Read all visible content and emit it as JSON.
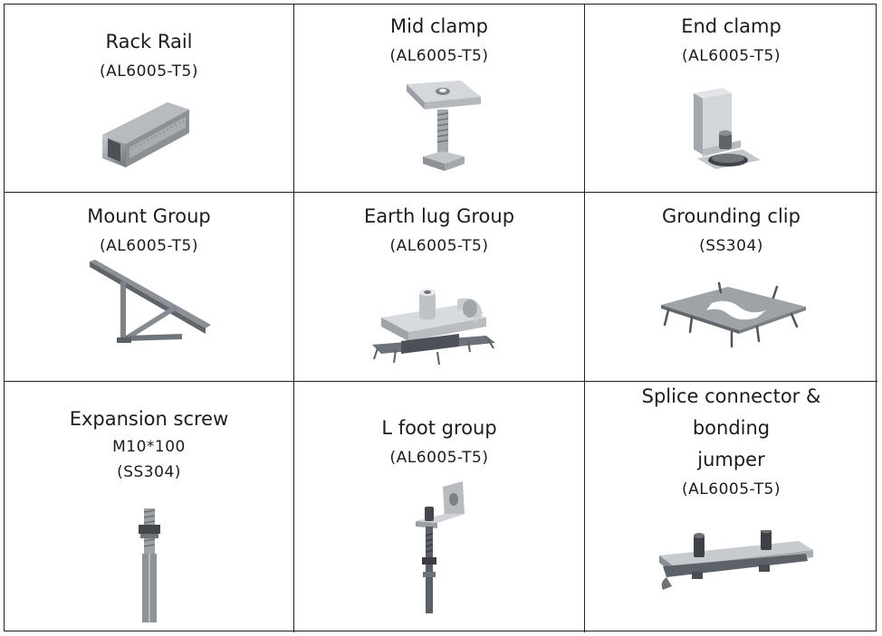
{
  "products": [
    {
      "name": "Rack Rail",
      "lines": [
        "(AL6005-T5)"
      ],
      "icon": "rack-rail-icon"
    },
    {
      "name": "Mid clamp",
      "lines": [
        "(AL6005-T5)"
      ],
      "icon": "mid-clamp-icon"
    },
    {
      "name": "End clamp",
      "lines": [
        "(AL6005-T5)"
      ],
      "icon": "end-clamp-icon"
    },
    {
      "name": "Mount Group",
      "lines": [
        "(AL6005-T5)"
      ],
      "icon": "mount-group-icon"
    },
    {
      "name": "Earth lug Group",
      "lines": [
        "(AL6005-T5)"
      ],
      "icon": "earth-lug-icon"
    },
    {
      "name": "Grounding clip",
      "lines": [
        "(SS304)"
      ],
      "icon": "grounding-clip-icon"
    },
    {
      "name": "Expansion screw",
      "lines": [
        "M10*100",
        "(SS304)"
      ],
      "icon": "expansion-screw-icon"
    },
    {
      "name": "L foot group",
      "lines": [
        "(AL6005-T5)"
      ],
      "icon": "l-foot-icon"
    },
    {
      "name": "Splice connector &",
      "lines": [
        "bonding",
        "jumper",
        "(AL6005-T5)"
      ],
      "icon": "splice-connector-icon"
    }
  ]
}
